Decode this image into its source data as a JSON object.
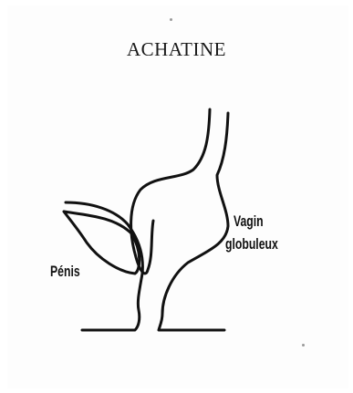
{
  "diagram": {
    "title": "ACHATINE",
    "labels": {
      "penis": "Pénis",
      "vagin_line1": "Vagin",
      "vagin_line2": "globuleux"
    }
  }
}
